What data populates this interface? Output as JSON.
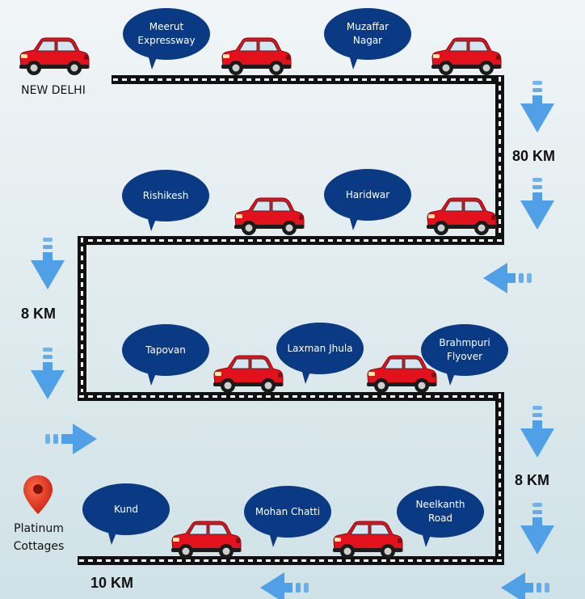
{
  "start_label": "NEW DELHI",
  "end_label": "Platinum\nCottages",
  "colors": {
    "car": "#e2111b",
    "bubble": "#0b3a85",
    "arrow": "#4fa0e6",
    "road": "#111111"
  },
  "bubbles": {
    "meerut": "Meerut\nExpressway",
    "muzaffar": "Muzaffar\nNagar",
    "rishikesh": "Rishikesh",
    "haridwar": "Haridwar",
    "tapovan": "Tapovan",
    "laxman": "Laxman Jhula",
    "brahmpuri": "Brahmpuri\nFlyover",
    "kund": "Kund",
    "mohan": "Mohan Chatti",
    "neelkanth": "Neelkanth\nRoad"
  },
  "distances": {
    "d80": "80 KM",
    "d8_left": "8 KM",
    "d8_right": "8 KM",
    "d10": "10 KM"
  },
  "icons": {
    "location_pin": "map-pin-icon",
    "car": "car-icon",
    "arrow": "arrow-icon"
  }
}
